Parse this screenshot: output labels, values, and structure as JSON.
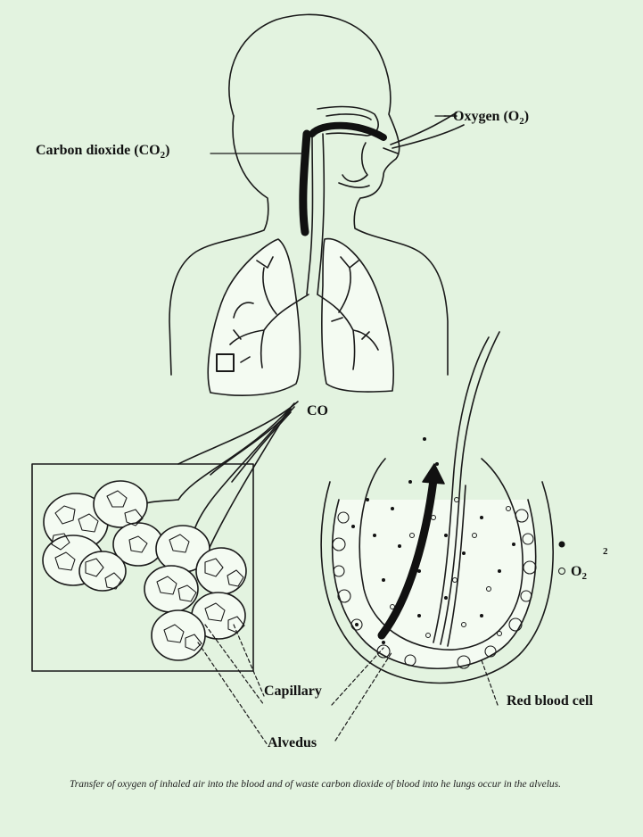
{
  "labels": {
    "oxygen": {
      "text": "Oxygen (O",
      "sub": "2",
      "close": ")"
    },
    "carbon_dioxide": {
      "text": "Carbon dioxide (CO",
      "sub": "2",
      "close": ")"
    },
    "co": "CO",
    "legend_o2": {
      "text": "O",
      "sub": "2"
    },
    "legend_sup": "2",
    "capillary": "Capillary",
    "alveolus": "Alvedus",
    "red_blood_cell": "Red blood cell"
  },
  "caption": "Transfer of oxygen of inhaled air into the blood and of waste carbon dioxide of blood into he lungs occur in the alvelus.",
  "colors": {
    "background": "#e3f3e0",
    "line": "#1a1a1a",
    "fill": "#f4fbf2"
  }
}
